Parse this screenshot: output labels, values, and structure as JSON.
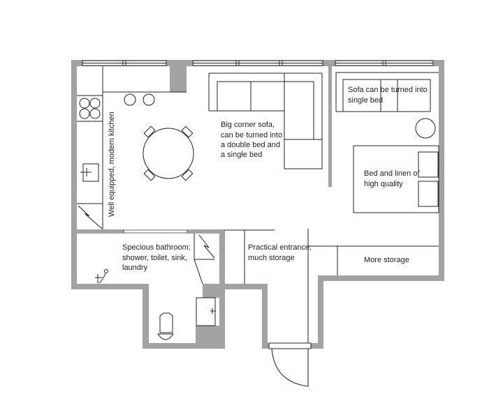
{
  "labels": {
    "kitchen": "Well equipped, modern kitchen",
    "sofa_big": [
      "Big corner sofa,",
      "can be turned into",
      "a double bed and",
      "a single bed"
    ],
    "sofa_small": [
      "Sofa can be turned into",
      "single bed"
    ],
    "bed": [
      "Bed and linen of",
      "high quality"
    ],
    "bathroom": [
      "Specious bathroom;",
      "shower, toilet, sink,",
      "laundry"
    ],
    "entrance": [
      "Practical entrance,",
      "much storage"
    ],
    "storage": "More storage"
  },
  "colors": {
    "wall": "#a3a3a3",
    "line": "#222222"
  }
}
